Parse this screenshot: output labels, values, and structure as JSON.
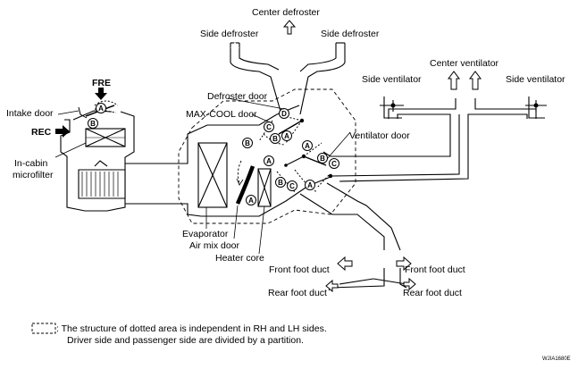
{
  "labels": {
    "center_defroster": "Center defroster",
    "side_defroster_left": "Side defroster",
    "side_defroster_right": "Side defroster",
    "center_ventilator": "Center ventilator",
    "side_ventilator_left": "Side ventilator",
    "side_ventilator_right": "Side ventilator",
    "fre": "FRE",
    "intake_door": "Intake door",
    "rec": "REC",
    "in_cabin_microfilter_line1": "In-cabin",
    "in_cabin_microfilter_line2": "microfilter",
    "defroster_door": "Defroster door",
    "max_cool_door": "MAX-COOL door",
    "ventilator_door": "Ventilator door",
    "evaporator": "Evaporator",
    "air_mix_door": "Air mix door",
    "heater_core": "Heater core",
    "front_foot_duct_left": "Front foot duct",
    "front_foot_duct_right": "Front foot duct",
    "rear_foot_duct_left": "Rear foot duct",
    "rear_foot_duct_right": "Rear foot duct"
  },
  "door_positions": {
    "a": "A",
    "b": "B",
    "c": "C",
    "d": "D"
  },
  "legend": {
    "line1": ": The structure of dotted area is independent in RH and LH sides.",
    "line2": "Driver side and passenger side are divided by a partition."
  },
  "figure_id": "WJIA1680E"
}
